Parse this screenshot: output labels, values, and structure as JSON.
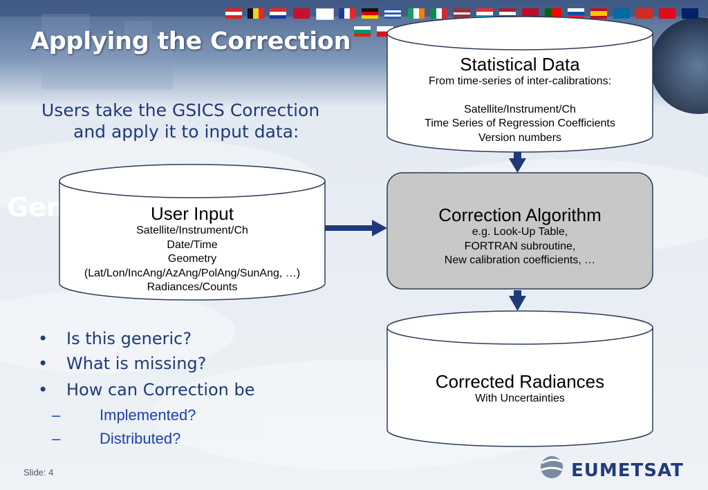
{
  "slide": {
    "title": "Applying the Correction",
    "background_heading": "Gen",
    "intro_line1": "Users take the GSICS Correction",
    "intro_line2": "and apply it to input data:",
    "bullets": [
      "Is this generic?",
      "What is missing?",
      "How can Correction be"
    ],
    "sub_bullets": [
      "Implemented?",
      "Distributed?"
    ],
    "slide_number": "Slide: 4",
    "logo_text": "EUMETSAT"
  },
  "diagram": {
    "statistical_data": {
      "title": "Statistical Data",
      "lines": [
        "From time-series of inter-calibrations:",
        "",
        "Satellite/Instrument/Ch",
        "Time Series of Regression Coefficients",
        "Version numbers"
      ]
    },
    "user_input": {
      "title": "User Input",
      "lines": [
        "Satellite/Instrument/Ch",
        "Date/Time",
        "Geometry",
        "(Lat/Lon/IncAng/AzAng/PolAng/SunAng, …)",
        "Radiances/Counts"
      ]
    },
    "correction_algorithm": {
      "title": "Correction Algorithm",
      "lines": [
        "e.g. Look-Up Table,",
        "FORTRAN subroutine,",
        "New calibration coefficients, …"
      ]
    },
    "corrected_radiances": {
      "title": "Corrected Radiances",
      "lines": [
        "With Uncertainties"
      ]
    }
  },
  "colors": {
    "arrow": "#1f3a78",
    "text_blue": "#1f3a78",
    "sub_blue": "#1d3eb5",
    "algorithm_fill": "#c8c8c8",
    "cylinder_fill": "#ffffff"
  }
}
